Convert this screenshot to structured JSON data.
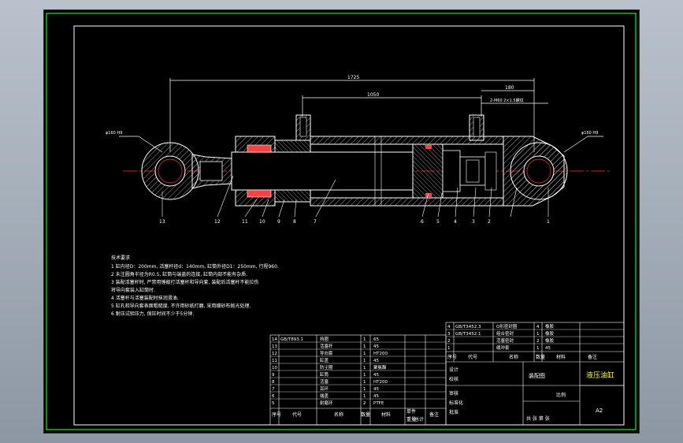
{
  "drawing": {
    "dimensions": {
      "overall_length": "1725",
      "stroke_length": "1050",
      "port_offset": "180",
      "left_pin": "φ160 H9",
      "right_pin": "φ160 H9",
      "port_thread": "2-M60 2×1.5螺纹"
    },
    "balloons": [
      "13",
      "12",
      "11",
      "10",
      "9",
      "8",
      "7",
      "6",
      "5",
      "4",
      "3",
      "2",
      "1"
    ],
    "tech_notes": {
      "title": "技术要求",
      "lines": [
        "1 缸内径D：200mm, 活塞杆径d：140mm, 缸筒外径D1：250mm, 行程960.",
        "2 未注圆角半径为R0.5, 缸筒与端盖的连接, 缸筒内部不能有杂质.",
        "3 装配活塞杆时, 严禁用锤敲打活塞杆和导向套, 装配后活塞杆不能拉伤",
        "  将导向套装入缸筒时.",
        "4 活塞杆与活塞装配时抹润滑油.",
        "5 缸孔和导向套表面粗糙度, 不许用砂纸打磨, 采用细砂布抛光处理.",
        "6 耐压试验压力, 保压时间不少于5分钟."
      ]
    },
    "bom_left": {
      "rows": [
        {
          "no": "14",
          "code": "GB/T893.1",
          "name": "挡圈",
          "qty": "1",
          "mat": "65"
        },
        {
          "no": "13",
          "code": "",
          "name": "活塞杆",
          "qty": "1",
          "mat": "45"
        },
        {
          "no": "12",
          "code": "",
          "name": "导向套",
          "qty": "1",
          "mat": "HT200"
        },
        {
          "no": "11",
          "code": "",
          "name": "缸盖",
          "qty": "1",
          "mat": "45"
        },
        {
          "no": "10",
          "code": "",
          "name": "防尘圈",
          "qty": "1",
          "mat": "聚氨酯"
        },
        {
          "no": "9",
          "code": "",
          "name": "缸筒",
          "qty": "1",
          "mat": "45"
        },
        {
          "no": "8",
          "code": "",
          "name": "活塞",
          "qty": "1",
          "mat": "HT200"
        },
        {
          "no": "7",
          "code": "",
          "name": "耳环",
          "qty": "1",
          "mat": "45"
        },
        {
          "no": "6",
          "code": "",
          "name": "端盖",
          "qty": "1",
          "mat": "45"
        },
        {
          "no": "5",
          "code": "",
          "name": "耐磨环",
          "qty": "2",
          "mat": "PTFE"
        }
      ],
      "footer": [
        "序号",
        "代号",
        "名称",
        "数量",
        "材料",
        "单件",
        "总计",
        "重量",
        "备注"
      ]
    },
    "bom_right": {
      "rows": [
        {
          "no": "4",
          "code": "GB/T3452.3",
          "name": "O形密封圈",
          "qty": "4",
          "mat": "橡胶"
        },
        {
          "no": "3",
          "code": "GB/T3452.1",
          "name": "组合密封",
          "qty": "1",
          "mat": "橡胶"
        },
        {
          "no": "2",
          "code": "",
          "name": "活塞密封",
          "qty": "2",
          "mat": "橡胶"
        },
        {
          "no": "1",
          "code": "",
          "name": "缓冲套",
          "qty": "1",
          "mat": "45"
        }
      ],
      "header": [
        "序号",
        "代号",
        "名称",
        "数量",
        "材料",
        "备注"
      ]
    },
    "title_block": {
      "drawing_title": "液压油缸",
      "assembly": "装配图",
      "sheet_size": "A2",
      "scale_label": "比例",
      "labels": [
        "设计",
        "校核",
        "审核",
        "标准化",
        "批准"
      ],
      "company": "共 张 第 张"
    }
  },
  "colors": {
    "frame": "#00ff00",
    "outline": "#ffffff",
    "section": "#ff0000",
    "hatch": "#c8c8c8",
    "text": "#ffffff",
    "highlight": "#ffff00"
  }
}
